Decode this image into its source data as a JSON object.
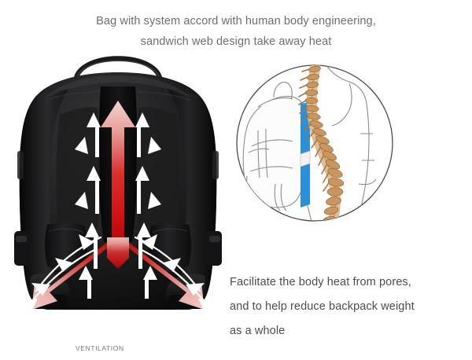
{
  "headline": {
    "line1": "Bag with system accord with human body engineering,",
    "line2": "sandwich web design take away heat"
  },
  "right_copy": {
    "line1": "Facilitate the body heat from pores,",
    "line2": "and to help reduce backpack weight",
    "line3": "as a whole"
  },
  "caption": {
    "ventilation": "VENTILATION"
  },
  "colors": {
    "headline_text": "#6e6e6e",
    "body_text": "#4d4d4d",
    "caption_text": "#777777",
    "airflow_arrow": "#ffffff",
    "heat_red_dark": "#c10d10",
    "heat_red_mid": "#d94b46",
    "heat_red_light": "#eec0bc",
    "bag_black": "#111111",
    "bag_shadow": "#000000",
    "inset_outline": "#4a4a4a",
    "spine_bone": "#c8976a",
    "pad_blue": "#2d8fd5",
    "background": "#ffffff"
  },
  "art": {
    "bag_label": "black-backpack-rear-view",
    "inset_label": "spine-and-backpack-cutaway-circle-inset",
    "airflow_label": "white-ventilation-airflow-arrows",
    "heat_label": "red-heat-channel-arrows"
  }
}
